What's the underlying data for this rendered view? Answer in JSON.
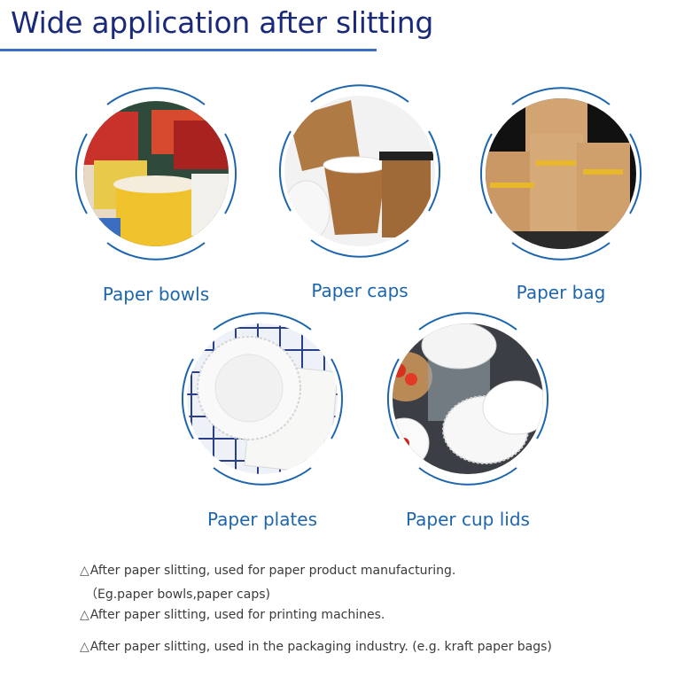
{
  "title": "Wide application after slitting",
  "colors": {
    "title": "#1a2a7a",
    "rule": "#3a6fc4",
    "label": "#1d66ad",
    "ring": "#1d66ad"
  },
  "applications": [
    {
      "label": "Paper bowls"
    },
    {
      "label": "Paper caps"
    },
    {
      "label": "Paper bag"
    },
    {
      "label": "Paper plates"
    },
    {
      "label": "Paper cup lids"
    }
  ],
  "notes": [
    {
      "symbol": "△",
      "text": "After paper slitting, used for paper product manufacturing."
    },
    {
      "symbol": "",
      "text": "（Eg.paper bowls,paper caps)"
    },
    {
      "symbol": "△",
      "text": "After paper slitting, used for printing machines."
    },
    {
      "symbol": "△",
      "text": "After paper slitting, used in the packaging industry. (e.g. kraft paper bags)"
    }
  ]
}
